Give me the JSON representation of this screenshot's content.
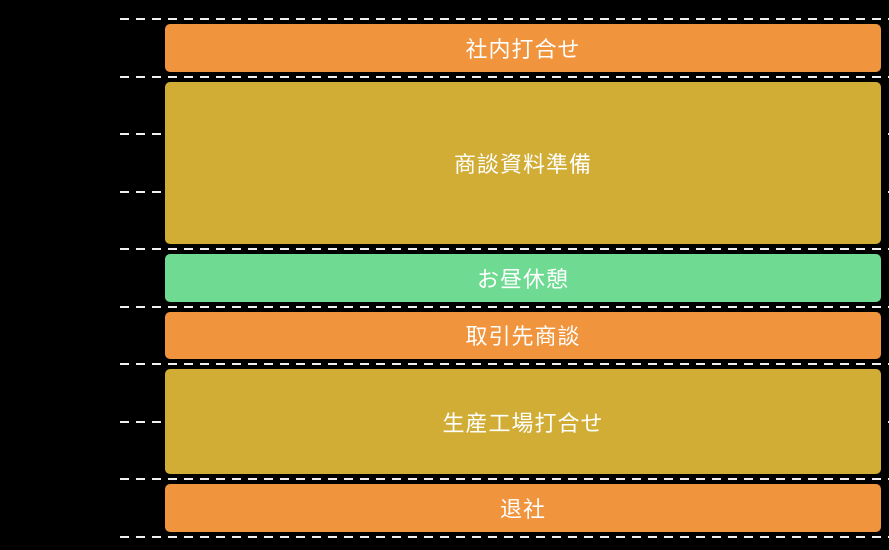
{
  "chart_data": {
    "type": "bar",
    "subtype": "daily-schedule-timeline",
    "title": "",
    "background": "#000000",
    "text_color": "#ffffff",
    "gridline_count": 10,
    "gridline_style": "dashed",
    "gridline_color": "#f0f0f0",
    "events": [
      {
        "label": "社内打合せ",
        "row_start": 0,
        "row_span": 1,
        "color": "#F0943D"
      },
      {
        "label": "商談資料準備",
        "row_start": 1,
        "row_span": 3,
        "color": "#D1AD35"
      },
      {
        "label": "お昼休憩",
        "row_start": 4,
        "row_span": 1,
        "color": "#6FDB92"
      },
      {
        "label": "取引先商談",
        "row_start": 5,
        "row_span": 1,
        "color": "#F0943D"
      },
      {
        "label": "生産工場打合せ",
        "row_start": 6,
        "row_span": 2,
        "color": "#D1AD35"
      },
      {
        "label": "退社",
        "row_start": 8,
        "row_span": 1,
        "color": "#F0943D"
      }
    ]
  }
}
